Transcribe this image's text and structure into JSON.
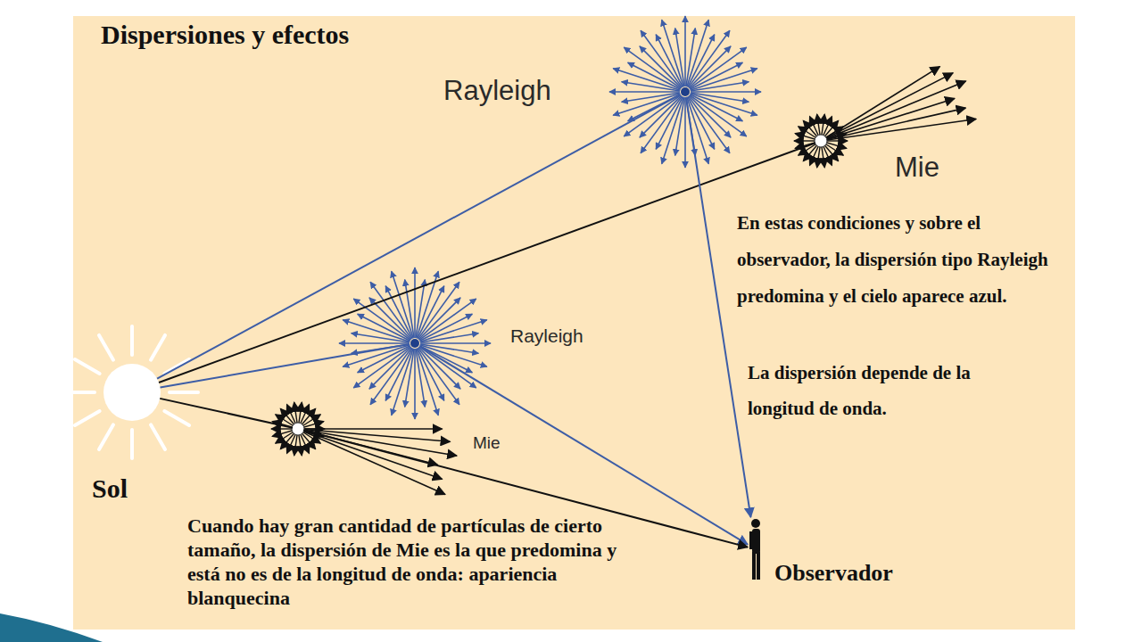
{
  "diagram": {
    "title": "Dispersiones y efectos",
    "nodes": [
      {
        "text": [
          "Rayleigh"
        ]
      },
      {
        "text": [
          "Mie"
        ]
      },
      {
        "text": [
          "Rayleigh"
        ]
      },
      {
        "text": [
          "Mie"
        ]
      },
      {
        "text": [
          "Sol"
        ]
      },
      {
        "text": [
          "Observador"
        ]
      }
    ],
    "edges": [
      {
        "from": 4,
        "to": 0,
        "arrow": "none"
      },
      {
        "from": 4,
        "to": 1,
        "arrow": "none"
      },
      {
        "from": 4,
        "to": 2,
        "arrow": "none"
      },
      {
        "from": 4,
        "to": 3,
        "arrow": "none"
      },
      {
        "from": 0,
        "to": 5,
        "arrow": "to"
      },
      {
        "from": 2,
        "to": 5,
        "arrow": "to"
      },
      {
        "from": 3,
        "to": 5,
        "arrow": "to"
      }
    ],
    "labels": [
      "En estas condiciones y sobre el observador, la dispersión tipo Rayleigh predomina y el cielo aparece azul.",
      "La dispersión depende de la longitud de onda.",
      "Cuando hay gran cantidad de partículas de cierto tamaño, la dispersión de Mie es la que predomina y está no es de la longitud de onda: apariencia blanquecina"
    ]
  }
}
